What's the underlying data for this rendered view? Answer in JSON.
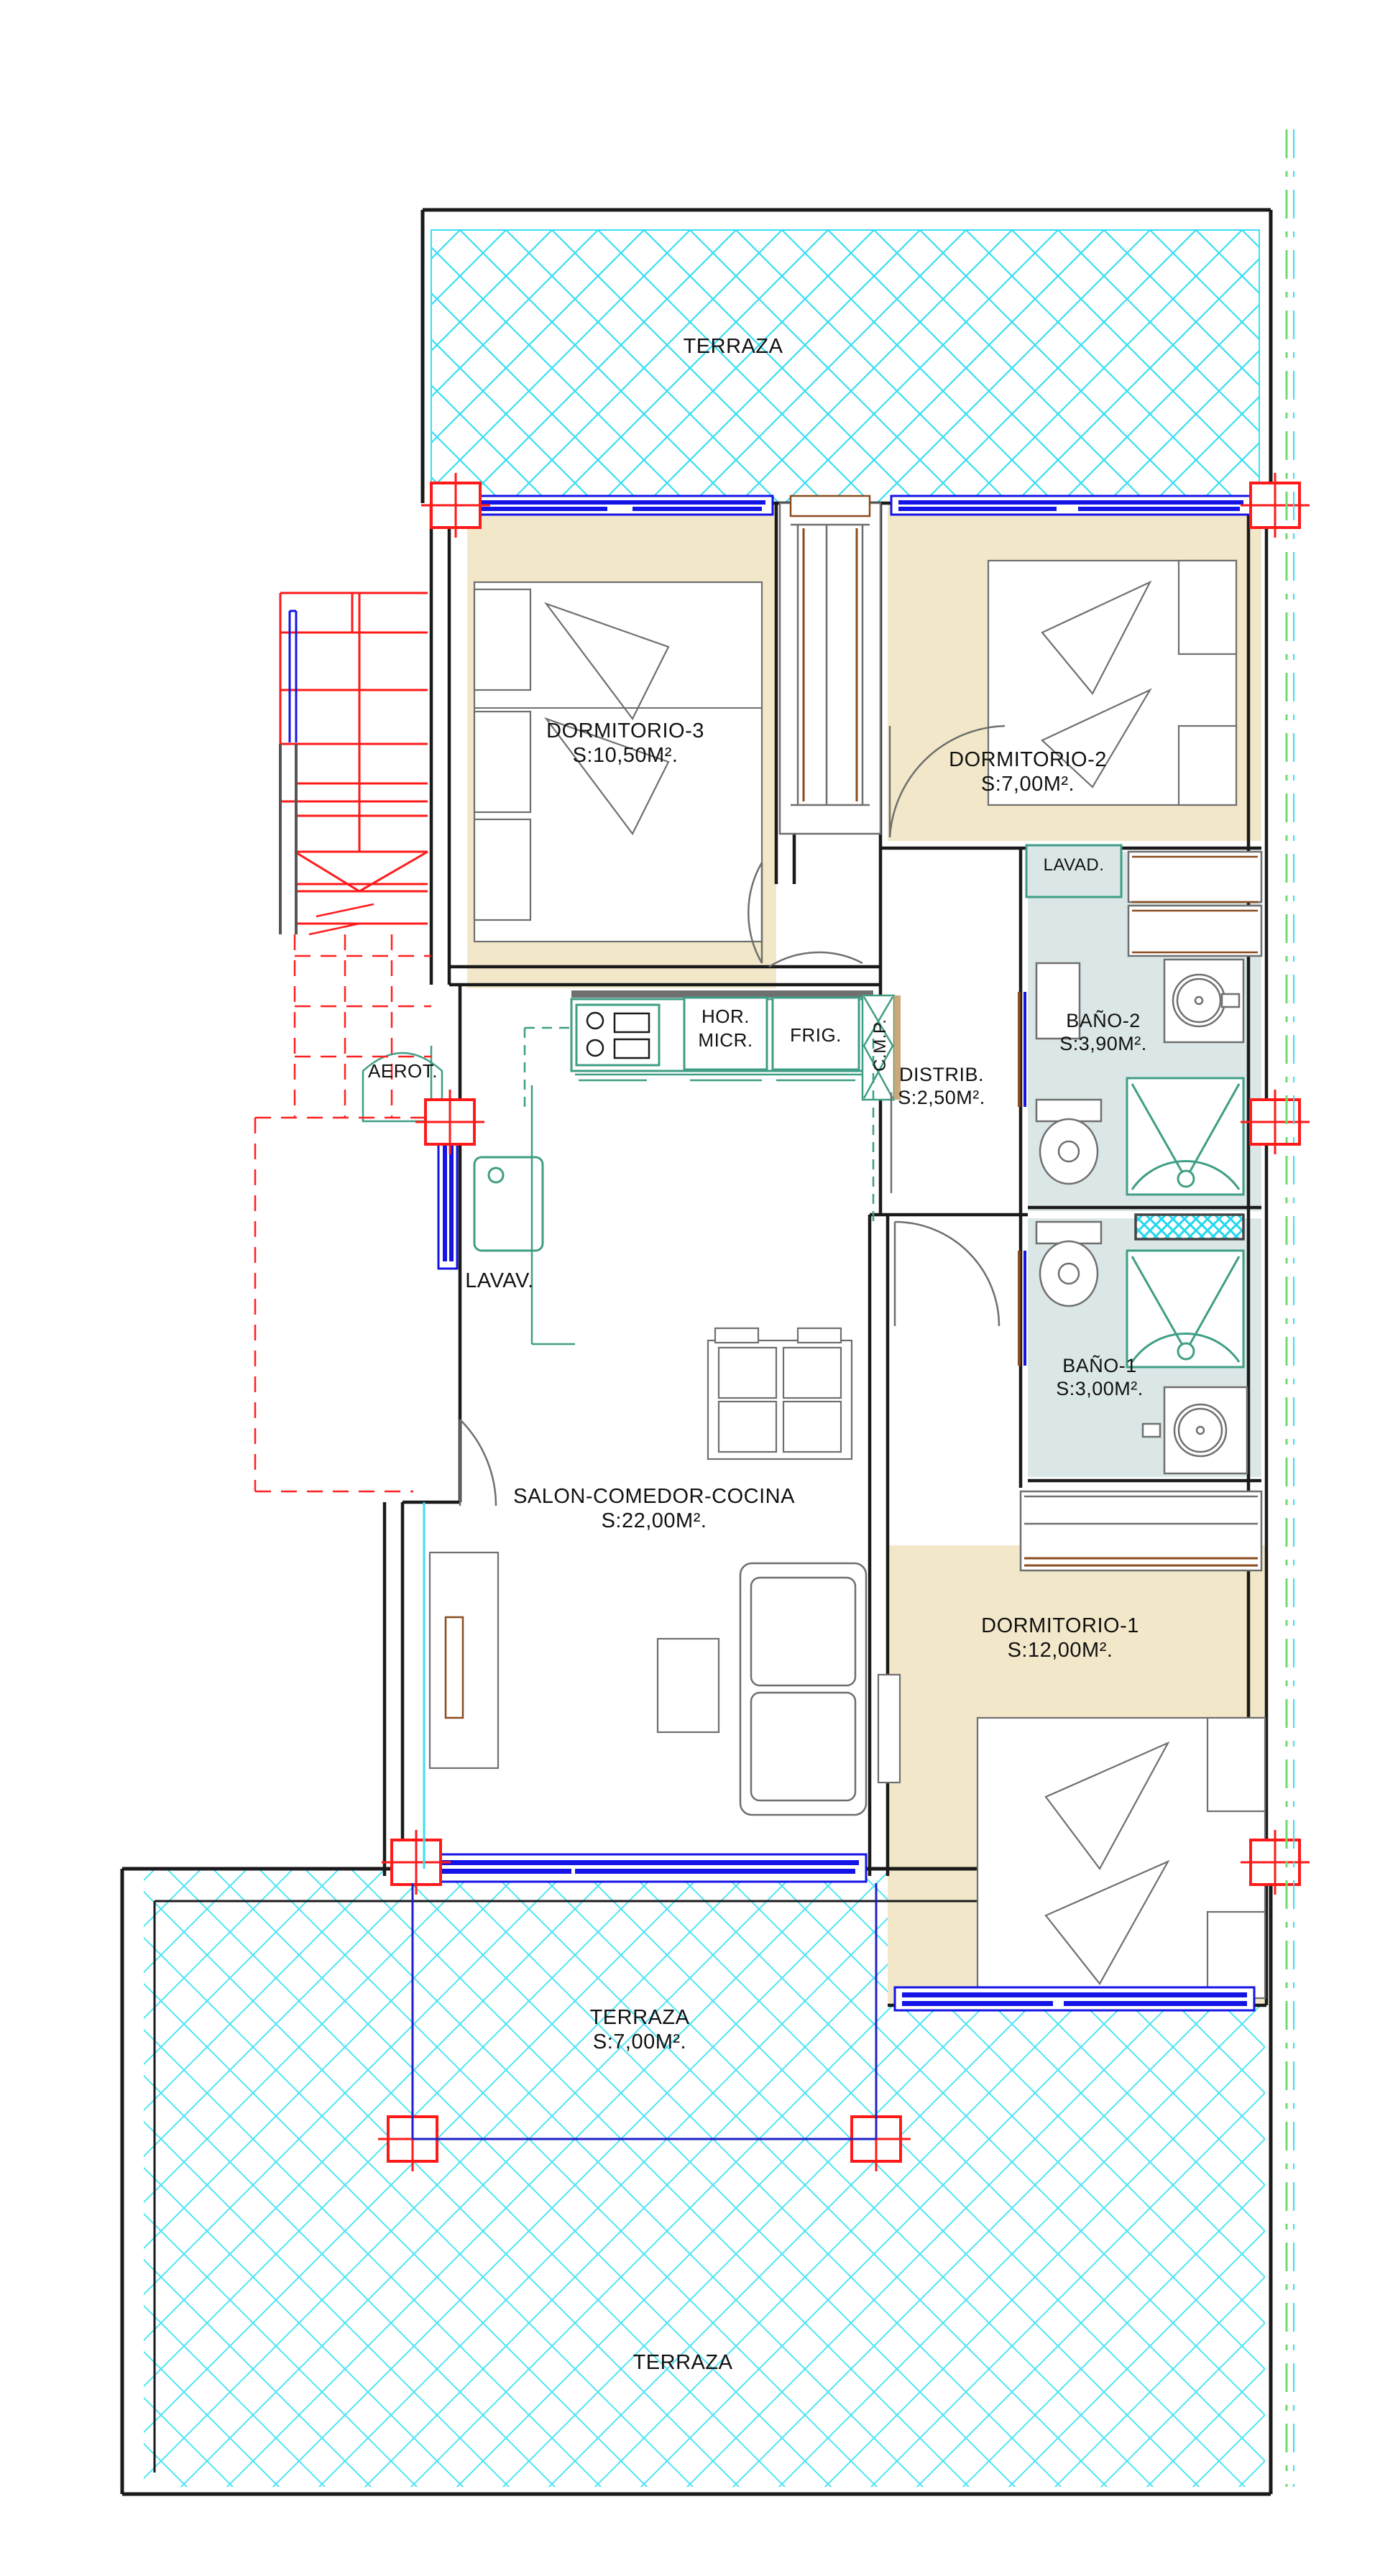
{
  "plan": {
    "title": "Plano de vivienda - planta",
    "units": "M²",
    "colors": {
      "room_fill": "#f2e8c9",
      "bath_fill": "#dbe7e7",
      "terrace_hatch": "#39dff2",
      "wall": "#1a1a1a",
      "column_red": "#ff1a1a",
      "window_blue": "#1414e6",
      "furniture_gray": "#6f6f6f",
      "fixture_green": "#3f9e85",
      "door_brown": "#8a4b1e",
      "axis_green": "#6fdc6f",
      "background": "#ffffff"
    }
  },
  "rooms": [
    {
      "id": "terraza-top",
      "name": "TERRAZA",
      "area": "",
      "type": "terrace"
    },
    {
      "id": "dormitorio-3",
      "name": "DORMITORIO-3",
      "area": "S:10,50M².",
      "type": "bedroom"
    },
    {
      "id": "dormitorio-2",
      "name": "DORMITORIO-2",
      "area": "S:7,00M².",
      "type": "bedroom"
    },
    {
      "id": "lavadero",
      "name": "LAVAD.",
      "area": "",
      "type": "utility"
    },
    {
      "id": "bano-2",
      "name": "BAÑO-2",
      "area": "S:3,90M².",
      "type": "bathroom"
    },
    {
      "id": "bano-1",
      "name": "BAÑO-1",
      "area": "S:3,00M².",
      "type": "bathroom"
    },
    {
      "id": "distribuidor",
      "name": "DISTRIB.",
      "area": "S:2,50M².",
      "type": "hall"
    },
    {
      "id": "salon",
      "name": "SALON-COMEDOR-COCINA",
      "area": "S:22,00M².",
      "type": "living"
    },
    {
      "id": "dormitorio-1",
      "name": "DORMITORIO-1",
      "area": "S:12,00M².",
      "type": "bedroom"
    },
    {
      "id": "terraza-7",
      "name": "TERRAZA",
      "area": "S:7,00M².",
      "type": "terrace"
    },
    {
      "id": "terraza-bottom",
      "name": "TERRAZA",
      "area": "",
      "type": "terrace"
    }
  ],
  "appliances": [
    {
      "id": "horno-microondas",
      "label": "HOR.",
      "label2": "MICR."
    },
    {
      "id": "frigorifico",
      "label": "FRIG.",
      "label2": ""
    },
    {
      "id": "cuadro-mando",
      "label": "C.M.P.",
      "label2": ""
    },
    {
      "id": "aerotermia",
      "label": "AEROT.",
      "label2": ""
    },
    {
      "id": "lavavajillas",
      "label": "LAVAV.",
      "label2": ""
    }
  ],
  "labels": {
    "terraza_top": {
      "line1": "TERRAZA",
      "line2": ""
    },
    "dormitorio_3": {
      "line1": "DORMITORIO-3",
      "line2": "S:10,50M²."
    },
    "dormitorio_2": {
      "line1": "DORMITORIO-2",
      "line2": "S:7,00M²."
    },
    "lavadero": {
      "line1": "LAVAD.",
      "line2": ""
    },
    "bano_2": {
      "line1": "BAÑO-2",
      "line2": "S:3,90M²."
    },
    "bano_1": {
      "line1": "BAÑO-1",
      "line2": "S:3,00M²."
    },
    "distribuidor": {
      "line1": "DISTRIB.",
      "line2": "S:2,50M²."
    },
    "salon": {
      "line1": "SALON-COMEDOR-COCINA",
      "line2": "S:22,00M²."
    },
    "dormitorio_1": {
      "line1": "DORMITORIO-1",
      "line2": "S:12,00M²."
    },
    "terraza_7": {
      "line1": "TERRAZA",
      "line2": "S:7,00M²."
    },
    "terraza_bottom": {
      "line1": "TERRAZA",
      "line2": ""
    },
    "horno": {
      "line1": "HOR.",
      "line2": "MICR."
    },
    "frigorifico": {
      "line1": "FRIG.",
      "line2": ""
    },
    "cmp": {
      "line1": "C.M.P.",
      "line2": ""
    },
    "aerotermia": {
      "line1": "AEROT.",
      "line2": ""
    },
    "lavavajillas": {
      "line1": "LAVAV.",
      "line2": ""
    }
  }
}
